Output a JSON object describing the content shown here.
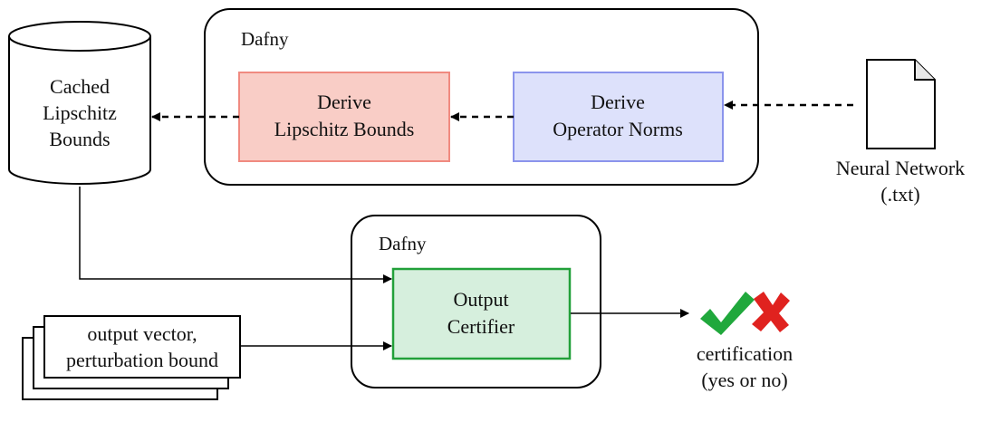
{
  "cache": {
    "label_lines": [
      "Cached",
      "Lipschitz",
      "Bounds"
    ]
  },
  "dafny_top": {
    "label": "Dafny",
    "derive_lipschitz": {
      "lines": [
        "Derive",
        "Lipschitz Bounds"
      ]
    },
    "derive_operator": {
      "lines": [
        "Derive",
        "Operator Norms"
      ]
    }
  },
  "neural_network": {
    "lines": [
      "Neural Network",
      "(.txt)"
    ]
  },
  "dafny_bottom": {
    "label": "Dafny",
    "output_certifier": {
      "lines": [
        "Output",
        "Certifier"
      ]
    }
  },
  "inputs_stack": {
    "lines": [
      "output vector,",
      "perturbation bound"
    ]
  },
  "certification": {
    "lines": [
      "certification",
      "(yes or no)"
    ],
    "yes_icon": "check-icon",
    "no_icon": "cross-icon"
  },
  "colors": {
    "lipschitz_fill": "#f9cdc6",
    "lipschitz_stroke": "#f08a80",
    "operator_fill": "#dde1fb",
    "operator_stroke": "#8b94ec",
    "certifier_fill": "#d6efdd",
    "certifier_stroke": "#22a03a",
    "check": "#20a83c",
    "cross": "#e0221f"
  }
}
